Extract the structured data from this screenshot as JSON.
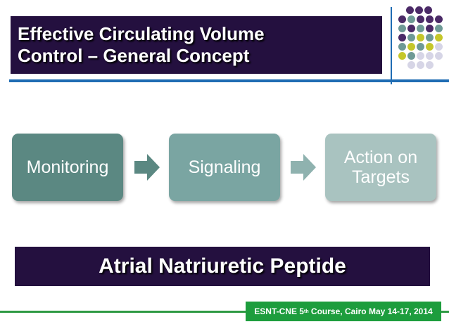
{
  "title": {
    "line1": "Effective Circulating Volume",
    "line2": "Control – General Concept"
  },
  "colors": {
    "title_bg": "#24103f",
    "accent_blue": "#1f6cb3",
    "accent_green": "#1d9d3d",
    "dot_purple": "#4b2a67",
    "dot_teal": "#6e9a96",
    "dot_lime": "#c5c72a",
    "dot_lavender": "#d6d5e6"
  },
  "process": {
    "steps": [
      {
        "label": "Monitoring",
        "color": "#5b8882"
      },
      {
        "label": "Signaling",
        "color": "#7aa5a2"
      },
      {
        "label": "Action on Targets",
        "color": "#a9c3c0"
      }
    ],
    "arrow_icons": [
      "arrow-right-icon",
      "arrow-right-icon"
    ]
  },
  "banner": {
    "text": "Atrial Natriuretic Peptide"
  },
  "footer": {
    "prefix": "ESNT-CNE 5",
    "superscript": "th",
    "suffix": " Course, Cairo May 14-17, 2014"
  }
}
